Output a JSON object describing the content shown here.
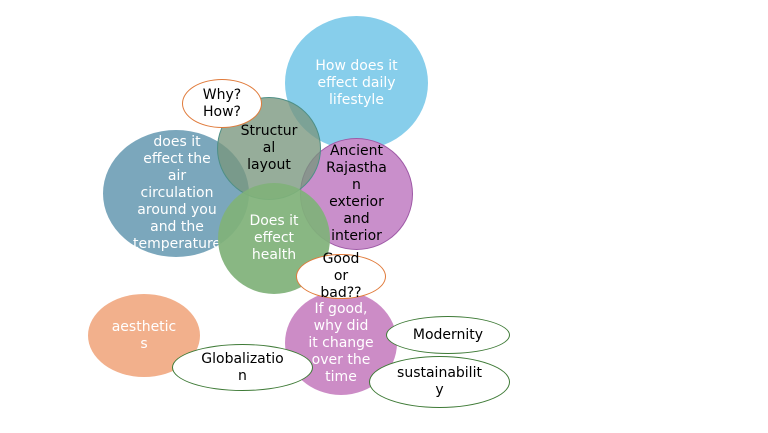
{
  "diagram": {
    "bubbles": {
      "daily_lifestyle": {
        "label": "How does it\neffect daily\nlifestyle",
        "color": "#87CEEB"
      },
      "air_circulation": {
        "label": "does it\neffect the\nair\ncirculation\naround you\nand the\ntemperature",
        "color": "#7BA7BC"
      },
      "ancient": {
        "label": "Ancient\nRajastha\nn\nexterior\nand\ninterior",
        "color": "#C98FCB"
      },
      "structural": {
        "label": "Structur\nal\nlayout",
        "color": "#88A58C"
      },
      "health": {
        "label": "Does it\neffect\nhealth",
        "color": "#8CB886"
      },
      "why_how": {
        "label": "Why?\nHow?",
        "border": "#E07A3A"
      },
      "aesthetics": {
        "label": "aesthetic\ns",
        "color": "#F2B08C"
      },
      "if_good": {
        "label": "If good,\nwhy did\nit change\nover the\ntime",
        "color": "#CC8CC6"
      },
      "good_or_bad": {
        "label": "Good\nor\nbad??",
        "border": "#E07A3A"
      },
      "modernity": {
        "label": "Modernity",
        "border": "#3E7A36"
      },
      "sustainability": {
        "label": "sustainabilit\ny",
        "border": "#3E7A36"
      },
      "globalization": {
        "label": "Globalizatio\nn",
        "border": "#3E7A36"
      }
    }
  }
}
